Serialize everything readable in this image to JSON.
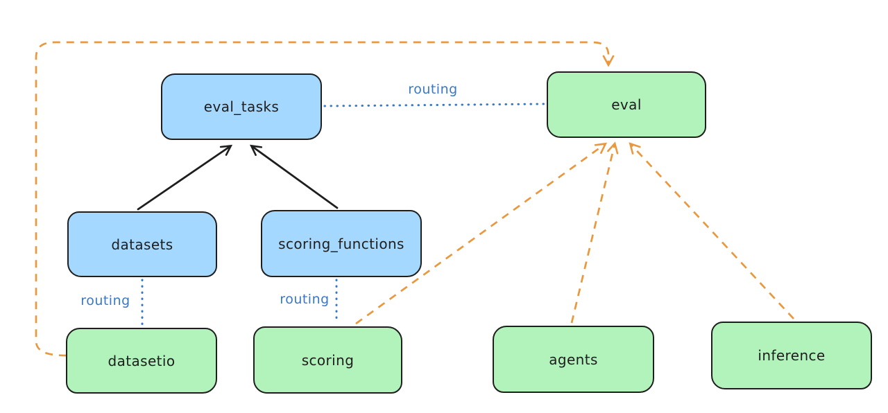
{
  "diagram": {
    "nodes": [
      {
        "id": "eval_tasks",
        "label": "eval_tasks",
        "kind": "resource-registry",
        "fill": "#a5d8ff"
      },
      {
        "id": "eval",
        "label": "eval",
        "kind": "api",
        "fill": "#b2f2bb"
      },
      {
        "id": "datasets",
        "label": "datasets",
        "kind": "resource-registry",
        "fill": "#a5d8ff"
      },
      {
        "id": "scoring_functions",
        "label": "scoring_functions",
        "kind": "resource-registry",
        "fill": "#a5d8ff"
      },
      {
        "id": "datasetio",
        "label": "datasetio",
        "kind": "api",
        "fill": "#b2f2bb"
      },
      {
        "id": "scoring",
        "label": "scoring",
        "kind": "api",
        "fill": "#b2f2bb"
      },
      {
        "id": "agents",
        "label": "agents",
        "kind": "api",
        "fill": "#b2f2bb"
      },
      {
        "id": "inference",
        "label": "inference",
        "kind": "api",
        "fill": "#b2f2bb"
      }
    ],
    "edges": [
      {
        "from": "datasets",
        "to": "eval_tasks",
        "style": "solid-black-arrow",
        "label": ""
      },
      {
        "from": "scoring_functions",
        "to": "eval_tasks",
        "style": "solid-black-arrow",
        "label": ""
      },
      {
        "from": "eval_tasks",
        "to": "eval",
        "style": "dotted-blue",
        "label": "routing"
      },
      {
        "from": "datasets",
        "to": "datasetio",
        "style": "dotted-blue",
        "label": "routing"
      },
      {
        "from": "scoring_functions",
        "to": "scoring",
        "style": "dotted-blue",
        "label": "routing"
      },
      {
        "from": "datasetio",
        "to": "eval",
        "style": "dashed-orange-arrow",
        "label": ""
      },
      {
        "from": "scoring",
        "to": "eval",
        "style": "dashed-orange-arrow",
        "label": ""
      },
      {
        "from": "agents",
        "to": "eval",
        "style": "dashed-orange-arrow",
        "label": ""
      },
      {
        "from": "inference",
        "to": "eval",
        "style": "dashed-orange-arrow",
        "label": ""
      }
    ],
    "colors": {
      "blue_fill": "#a5d8ff",
      "green_fill": "#b2f2bb",
      "stroke": "#1e1e1e",
      "orange": "#e9983e",
      "blue_line": "#3878c8",
      "background": "#ffffff"
    }
  }
}
